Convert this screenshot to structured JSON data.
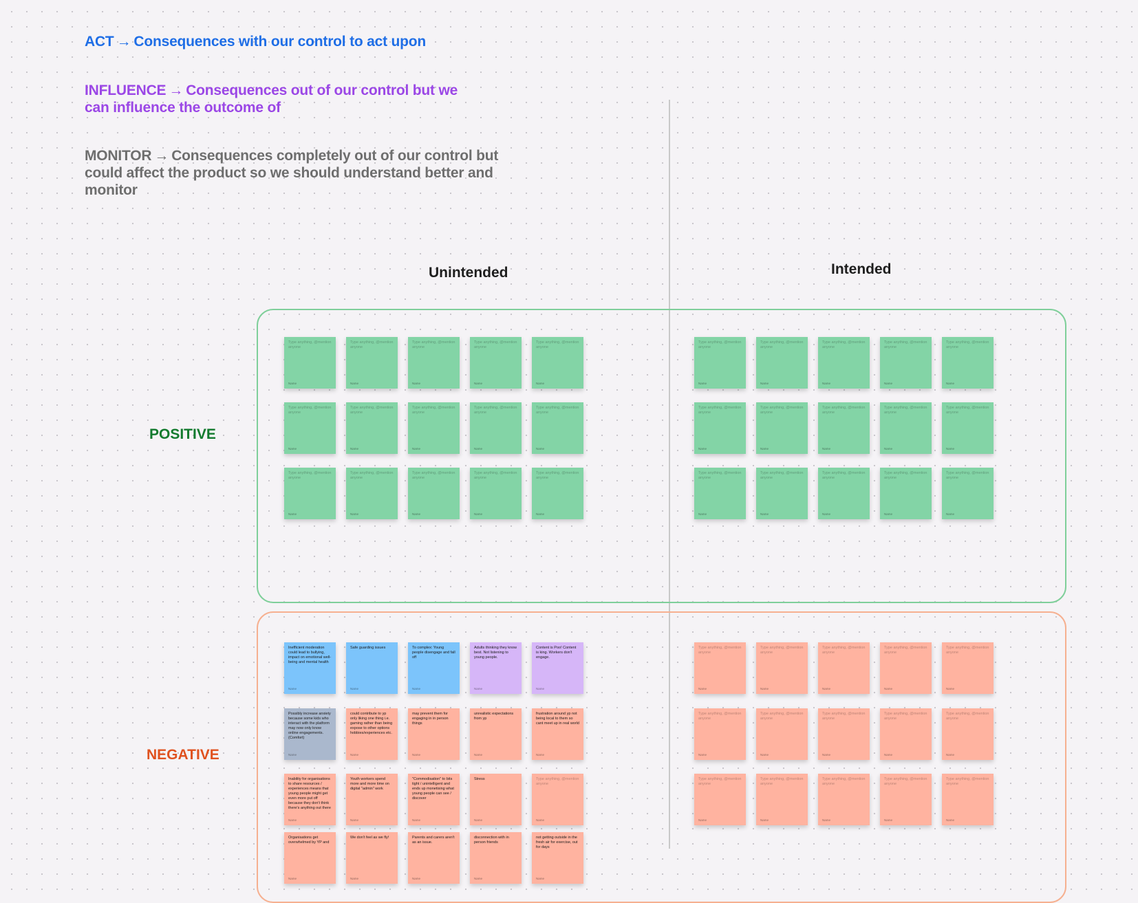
{
  "legend": {
    "act": {
      "label": "ACT",
      "arrow": "→",
      "text": "Consequences with our control to act upon",
      "color": "#1f6ee6"
    },
    "influence": {
      "label": "INFLUENCE",
      "arrow": "→",
      "text": "Consequences out of our control but we can influence the outcome of",
      "color": "#9b47e6"
    },
    "monitor": {
      "label": "MONITOR",
      "arrow": "→",
      "text": "Consequences completely out of our control but could affect the product so we should understand better and monitor",
      "color": "#6e6e6e"
    }
  },
  "columns": {
    "unintended": "Unintended",
    "intended": "Intended"
  },
  "rows": {
    "positive": "POSITIVE",
    "negative": "NEGATIVE"
  },
  "colors": {
    "positive_label": "#127a2e",
    "negative_label": "#e0521f",
    "green_note": "#83d4a6",
    "blue_note": "#7cc4fb",
    "purple_note": "#d6b6f8",
    "gray_note": "#aab8cd",
    "salmon_note": "#ffb3a0",
    "positive_border": "#7fcf9a",
    "negative_border": "#f6b090"
  },
  "placeholder": {
    "text": "Type anything, @mention anyone",
    "author": "Name"
  },
  "negative_unintended_notes": [
    {
      "text": "Inefficient moderation could lead to bullying, impact on emotional well-being and mental health",
      "author": "Name",
      "color": "blue_note"
    },
    {
      "text": "Safe guarding issues",
      "author": "Name",
      "color": "blue_note"
    },
    {
      "text": "To complex: Young people disengage and fall off",
      "author": "Name",
      "color": "blue_note"
    },
    {
      "text": "Adults thinking they know best. Not listening to young people.",
      "author": "Name",
      "color": "purple_note"
    },
    {
      "text": "Content is Poo! Content is king. Workers don't engage.",
      "author": "Name",
      "color": "purple_note"
    },
    {
      "text": "Possibly increase anxiety because some kids who interact with the platform may now only know online engagements. (Comfort)",
      "author": "Name",
      "color": "gray_note"
    },
    {
      "text": "could contribute to yp only liking one thing i.e. gaming rather than being expose to other options hobbies/experiences etc.",
      "author": "Name",
      "color": "salmon_note"
    },
    {
      "text": "may prevent them for engaging in in person things",
      "author": "Name",
      "color": "salmon_note"
    },
    {
      "text": "unrealistic expectations from yp",
      "author": "Name",
      "color": "salmon_note"
    },
    {
      "text": "frustration around yp not being local to them so cant meet up in real world",
      "author": "Name",
      "color": "salmon_note"
    },
    {
      "text": "Inability for organisations to share resources / experiences means that young people might get even more put off because they don't think there's anything out there",
      "author": "Name",
      "color": "salmon_note"
    },
    {
      "text": "Youth workers spend more and more time on digital \"admin\" work",
      "author": "Name",
      "color": "salmon_note"
    },
    {
      "text": "\"Commodisation\" to bits tight / unintelligent and ends up monetising what young people can see / discover",
      "author": "Name",
      "color": "salmon_note"
    },
    {
      "text": "Stress",
      "author": "Name",
      "color": "salmon_note"
    },
    {
      "text": "Type anything, @mention anyone",
      "author": "Name",
      "color": "salmon_note",
      "placeholder": true
    },
    {
      "text": "Organisations get overwhelmed by YP and",
      "author": "Name",
      "color": "salmon_note"
    },
    {
      "text": "We don't feel as we fly!",
      "author": "Name",
      "color": "salmon_note"
    },
    {
      "text": "Parents and carers aren't as an issue.",
      "author": "Name",
      "color": "salmon_note"
    },
    {
      "text": "disconnection with in person friends",
      "author": "Name",
      "color": "salmon_note"
    },
    {
      "text": "not getting outside in the fresh air for exercise, out for days",
      "author": "Name",
      "color": "salmon_note"
    }
  ]
}
